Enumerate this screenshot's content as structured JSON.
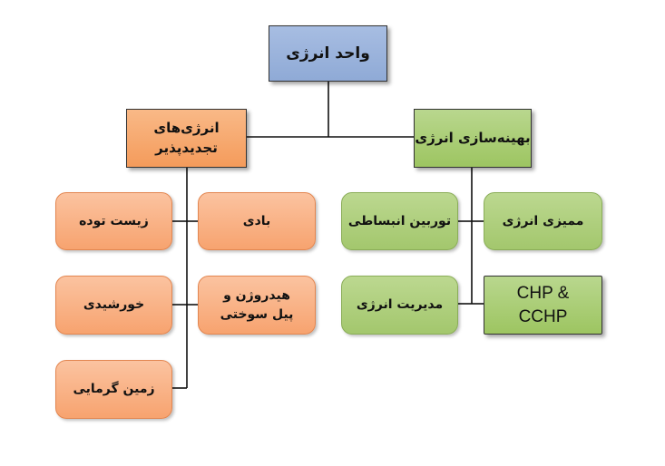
{
  "diagram": {
    "root": {
      "label": "واحد انرژی",
      "color": "#95b3d7"
    },
    "branches": [
      {
        "label": "انرژی‌های تجدیدپذیر",
        "color": "#f79646",
        "children": [
          {
            "label": "بادی"
          },
          {
            "label": "زیست توده"
          },
          {
            "label": "هیدروژن و پیل سوختی"
          },
          {
            "label": "خورشیدی"
          },
          {
            "label": "زمین گرمایی"
          }
        ]
      },
      {
        "label": "بهینه‌سازی انرژی",
        "color": "#9bbb59",
        "children": [
          {
            "label": "ممیزی انرژی"
          },
          {
            "label": "توربین انبساطی"
          },
          {
            "label": "CHP & CCHP"
          },
          {
            "label": "مدیریت انرژی"
          }
        ]
      }
    ]
  }
}
